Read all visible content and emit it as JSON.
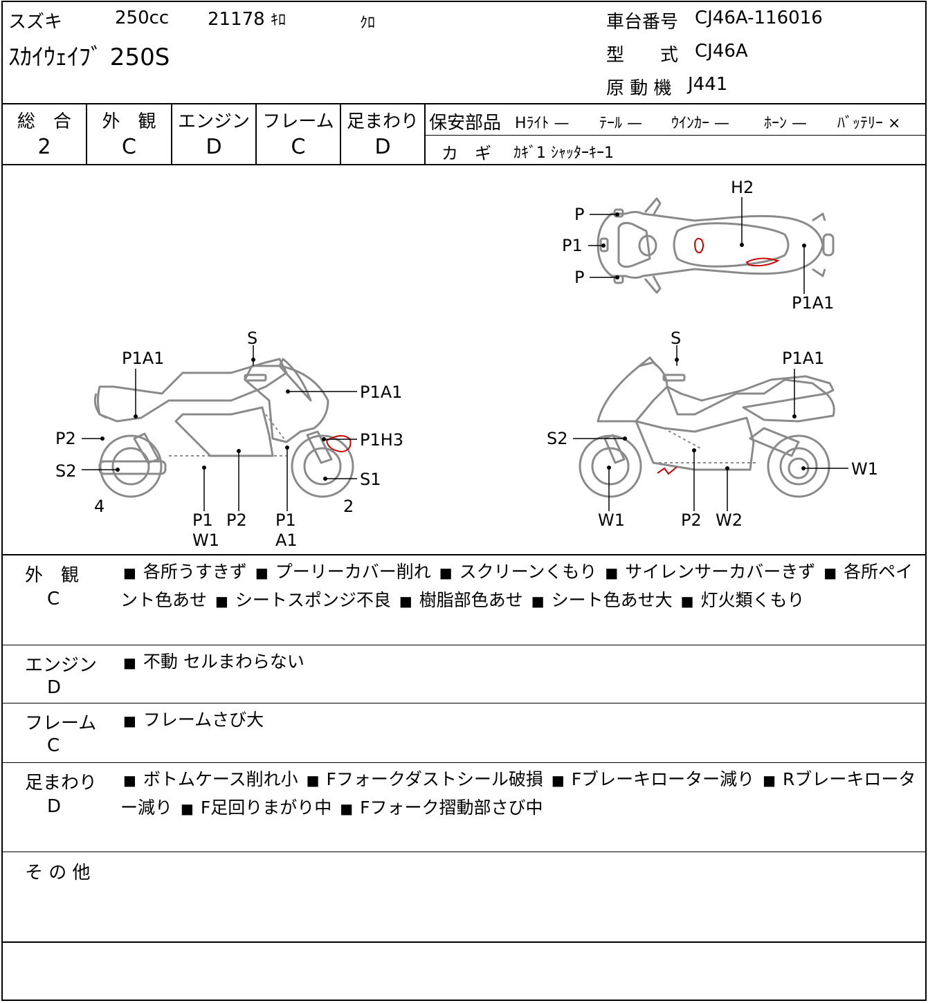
{
  "header": {
    "maker": "スズキ",
    "displacement": "250cc",
    "mileage": "21178",
    "mileage_unit": "ｷﾛ",
    "color": "ｸﾛ",
    "model_name": "ｽｶｲｳｪｲﾌﾞ 250S",
    "chassis_label": "車台番号",
    "chassis_value": "CJ46A-116016",
    "type_label": "型　　式",
    "type_value": "CJ46A",
    "engine_label": "原 動 機",
    "engine_value": "J441"
  },
  "grades": [
    {
      "label": "総　合",
      "value": "2"
    },
    {
      "label": "外　観",
      "value": "C"
    },
    {
      "label": "エンジン",
      "value": "D"
    },
    {
      "label": "フレーム",
      "value": "C"
    },
    {
      "label": "足まわり",
      "value": "D"
    }
  ],
  "safety": {
    "label": "保安部品",
    "items": [
      {
        "name": "Hﾗｲﾄ",
        "mark": "—"
      },
      {
        "name": "ﾃｰﾙ",
        "mark": "—"
      },
      {
        "name": "ｳｲﾝｶｰ",
        "mark": "—"
      },
      {
        "name": "ﾎｰﾝ",
        "mark": "—"
      },
      {
        "name": "ﾊﾞｯﾃﾘｰ",
        "mark": "×"
      }
    ],
    "key_label": "カ　ギ",
    "key_value": "ｶｷﾞ1 ｼｬｯﾀｰｷｰ1"
  },
  "diagram": {
    "top_labels": [
      "H2",
      "P",
      "P1",
      "P",
      "P1A1"
    ],
    "left_labels": [
      "S",
      "P1A1",
      "P1A1",
      "P2",
      "P1H3",
      "S2",
      "S1",
      "4",
      "2",
      "P1",
      "W1",
      "P2",
      "P1",
      "A1"
    ],
    "right_labels": [
      "S",
      "P1A1",
      "S2",
      "W1",
      "W1",
      "P2",
      "W2"
    ]
  },
  "sections": [
    {
      "label": "外　観",
      "grade": "C",
      "items": [
        "各所うすきず",
        "プーリーカバー削れ",
        "スクリーンくもり",
        "サイレンサーカバーきず",
        "各所ペイント色あせ",
        "シートスポンジ不良",
        "樹脂部色あせ",
        "シート色あせ大",
        "灯火類くもり"
      ]
    },
    {
      "label": "エンジン",
      "grade": "D",
      "items": [
        "不動 セルまわらない"
      ]
    },
    {
      "label": "フレーム",
      "grade": "C",
      "items": [
        "フレームさび大"
      ]
    },
    {
      "label": "足まわり",
      "grade": "D",
      "items": [
        "ボトムケース削れ小",
        "Fフォークダストシール破損",
        "Fブレーキローター減り",
        "Rブレーキローター減り",
        "F足回りまがり中",
        "Fフォーク摺動部さび中"
      ]
    }
  ],
  "other": {
    "label": "そ の 他"
  },
  "colors": {
    "line": "#000000",
    "drawing": "#8a8a8a",
    "damage_mark": "#cc0000"
  }
}
